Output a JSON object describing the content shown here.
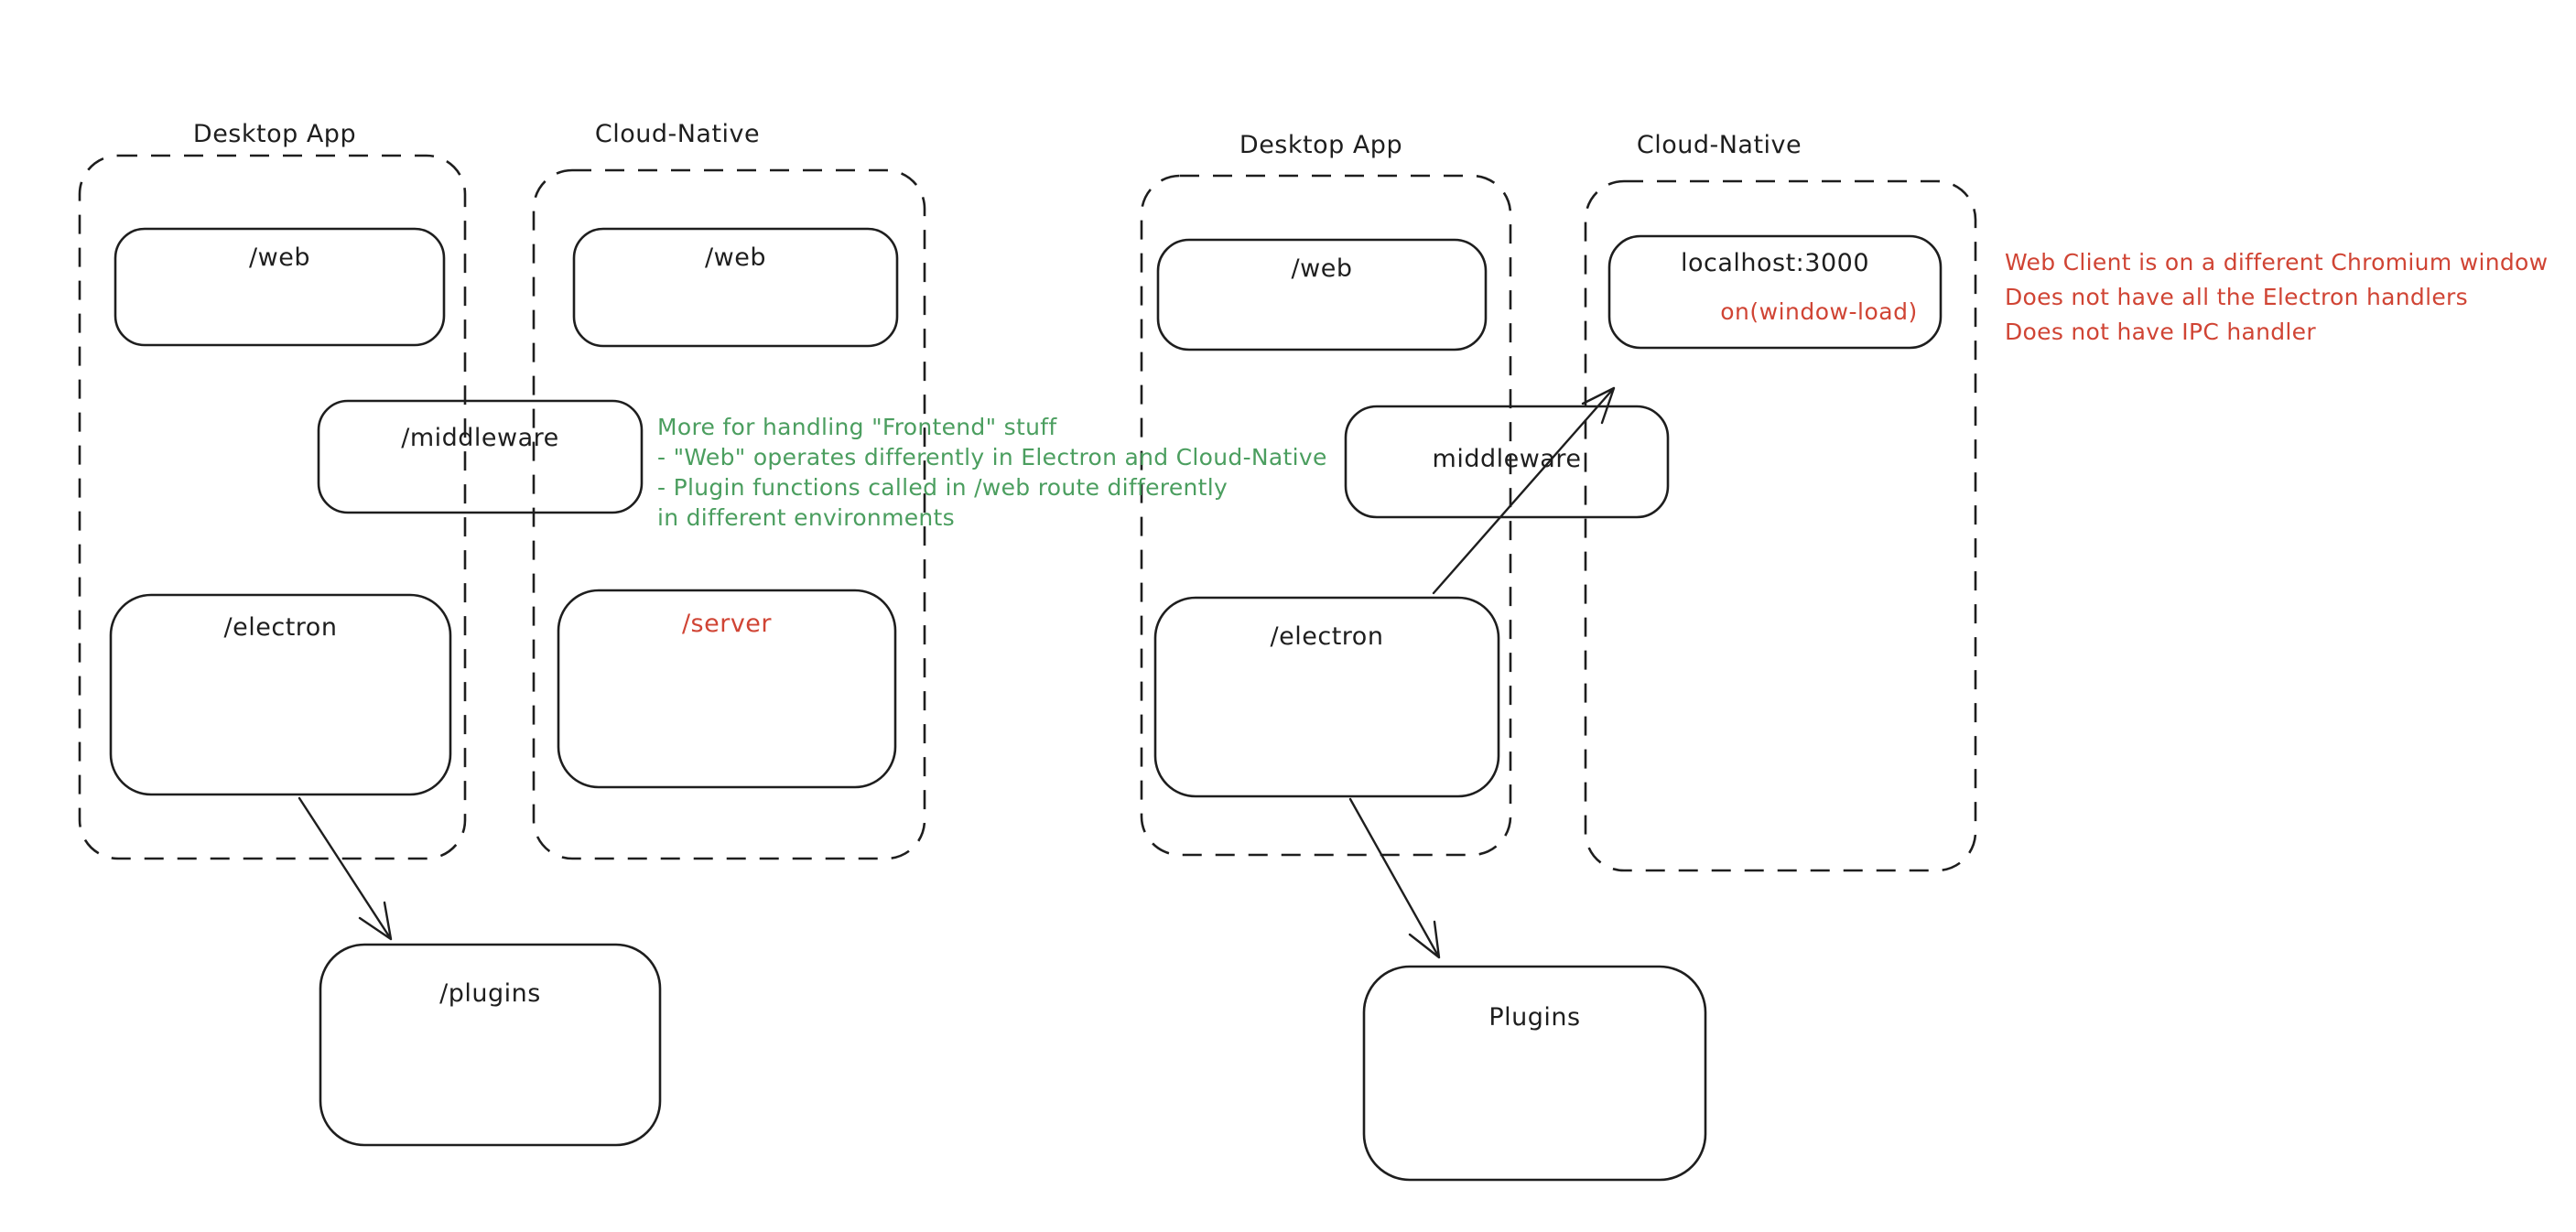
{
  "canvas": {
    "background": "#ffffff",
    "stroke_color": "#1e1e1e"
  },
  "colors": {
    "green_annotation": "#4b9e5f",
    "red_annotation": "#d04434"
  },
  "left_diagram": {
    "desktop_container_label": "Desktop App",
    "cloud_container_label": "Cloud-Native",
    "web_desktop_label": "/web",
    "web_cloud_label": "/web",
    "middleware_label": "/middleware",
    "electron_label": "/electron",
    "server_label": "/server",
    "plugins_label": "/plugins"
  },
  "right_diagram": {
    "desktop_container_label": "Desktop App",
    "cloud_container_label": "Cloud-Native",
    "web_label": "/web",
    "localhost_label": "localhost:3000",
    "window_load_label": "on(window-load)",
    "middleware_label": "middleware",
    "electron_label": "/electron",
    "plugins_label": "Plugins"
  },
  "annotations": {
    "green_note": {
      "color": "#4b9e5f",
      "line1": "More for handling \"Frontend\" stuff",
      "line2": "- \"Web\" operates differently in Electron and Cloud-Native",
      "line3": "- Plugin functions called in /web route differently",
      "line4": "in different environments"
    },
    "red_note": {
      "color": "#d04434",
      "line1": "Web Client is on a different Chromium window",
      "line2": "Does not have all the Electron handlers",
      "line3": "Does not have IPC handler"
    }
  }
}
